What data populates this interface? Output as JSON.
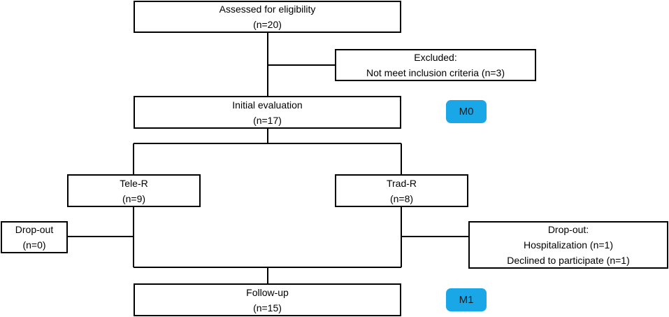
{
  "flow": {
    "assessed": {
      "line1": "Assessed for eligibility",
      "line2": "(n=20)"
    },
    "excluded": {
      "line1": "Excluded:",
      "line2": "Not meet inclusion criteria (n=3)"
    },
    "initial": {
      "line1": "Initial evaluation",
      "line2": "(n=17)"
    },
    "tele": {
      "line1": "Tele-R",
      "line2": "(n=9)"
    },
    "trad": {
      "line1": "Trad-R",
      "line2": "(n=8)"
    },
    "dropout_left": {
      "line1": "Drop-out",
      "line2": "(n=0)"
    },
    "dropout_right": {
      "line1": "Drop-out:",
      "line2": "Hospitalization (n=1)",
      "line3": "Declined to participate (n=1)"
    },
    "followup": {
      "line1": "Follow-up",
      "line2": "(n=15)"
    }
  },
  "badges": {
    "m0": "M0",
    "m1": "M1",
    "color": "#1aa7e8"
  },
  "colors": {
    "lines": "#000000",
    "box_border": "#000000",
    "background": "#ffffff"
  }
}
